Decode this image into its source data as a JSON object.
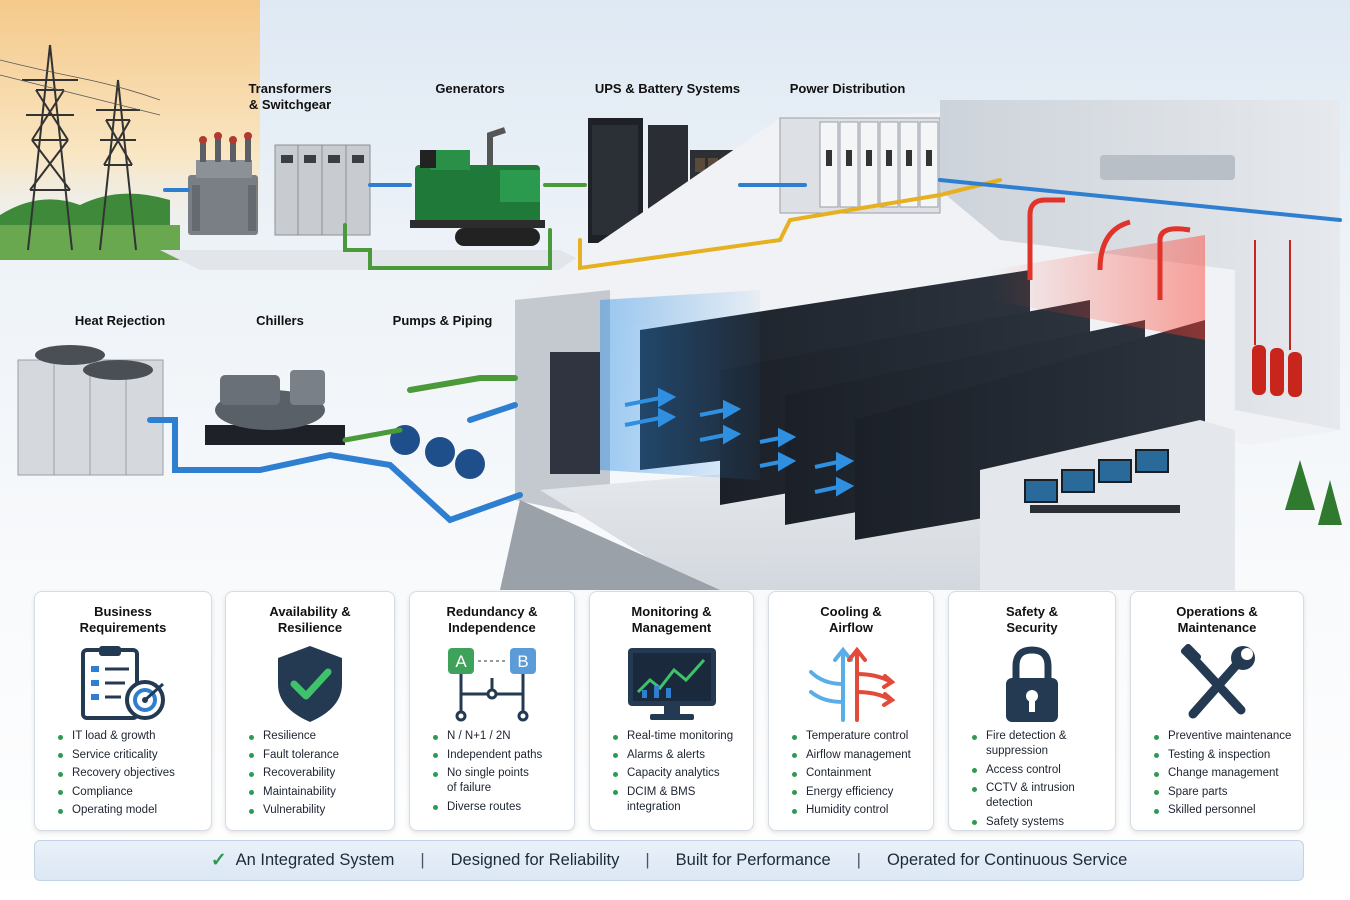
{
  "diagram": {
    "labels": {
      "transformers": "Transformers\n& Switchgear",
      "generators": "Generators",
      "ups": "UPS & Battery Systems",
      "power_distribution": "Power Distribution",
      "heat_rejection": "Heat Rejection",
      "chillers": "Chillers",
      "pumps": "Pumps & Piping"
    }
  },
  "cards": [
    {
      "title": "Business\nRequirements",
      "icon": "clipboard-target-icon",
      "items": [
        "IT load & growth",
        "Service criticality",
        "Recovery objectives",
        "Compliance",
        "Operating model"
      ]
    },
    {
      "title": "Availability &\nResilience",
      "icon": "shield-check-icon",
      "items": [
        "Resilience",
        "Fault tolerance",
        "Recoverability",
        "Maintainability",
        "Vulnerability"
      ]
    },
    {
      "title": "Redundancy &\nIndependence",
      "icon": "redundancy-ab-icon",
      "icon_a": "A",
      "icon_b": "B",
      "items": [
        "N / N+1 / 2N",
        "Independent paths",
        "No single points\nof failure",
        "Diverse routes"
      ]
    },
    {
      "title": "Monitoring &\nManagement",
      "icon": "monitor-chart-icon",
      "items": [
        "Real-time monitoring",
        "Alarms & alerts",
        "Capacity analytics",
        "DCIM & BMS\nintegration"
      ]
    },
    {
      "title": "Cooling &\nAirflow",
      "icon": "airflow-arrows-icon",
      "items": [
        "Temperature control",
        "Airflow management",
        "Containment",
        "Energy efficiency",
        "Humidity control"
      ]
    },
    {
      "title": "Safety &\nSecurity",
      "icon": "padlock-icon",
      "items": [
        "Fire detection &\nsuppression",
        "Access control",
        "CCTV & intrusion\ndetection",
        "Safety systems"
      ]
    },
    {
      "title": "Operations &\nMaintenance",
      "icon": "tools-icon",
      "items": [
        "Preventive maintenance",
        "Testing & inspection",
        "Change management",
        "Spare parts",
        "Skilled personnel"
      ]
    }
  ],
  "banner": {
    "items": [
      "An Integrated System",
      "Designed for Reliability",
      "Built for Performance",
      "Operated for Continuous Service"
    ]
  },
  "colors": {
    "power": "#4a9a3a",
    "chilled_water": "#2f7fd0",
    "hot_air": "#e0342a",
    "cool_air": "#2f8fe0",
    "ups_line": "#e6b020",
    "accent_green": "#2e9a4f",
    "icon_navy": "#243a52"
  }
}
